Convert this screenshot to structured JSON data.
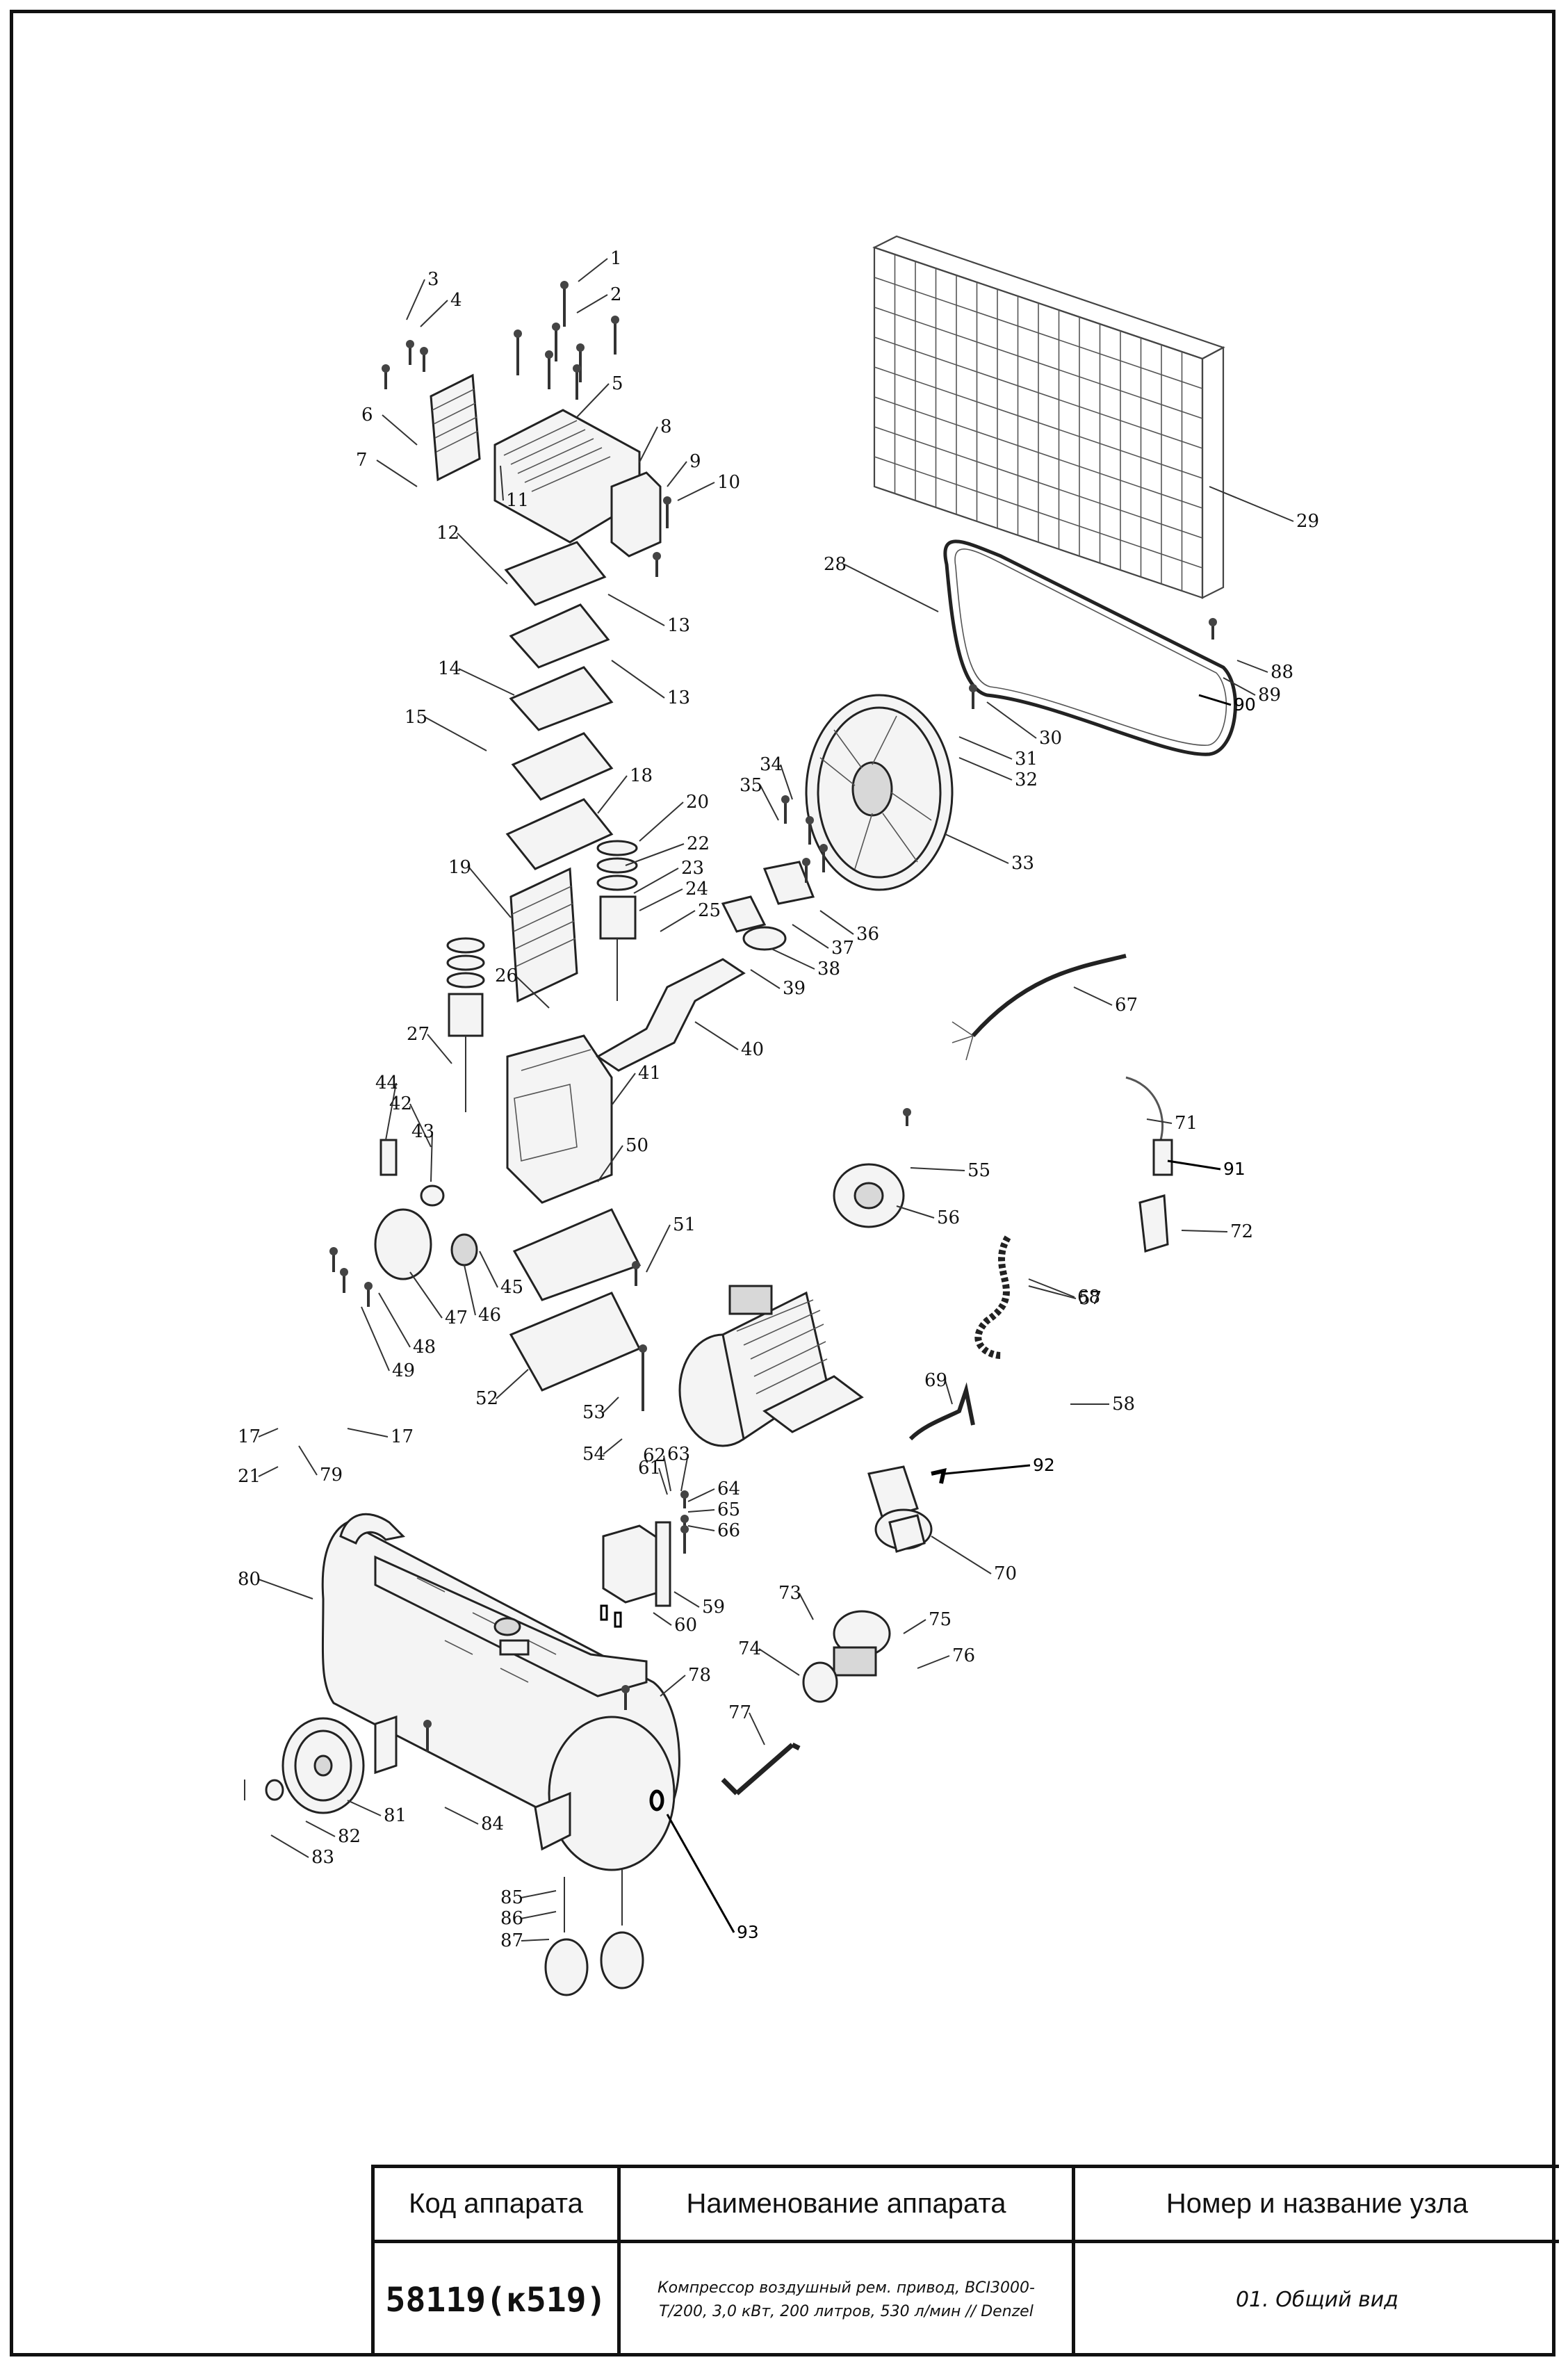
{
  "title_block": {
    "headers": {
      "code": "Код аппарата",
      "name": "Наименование аппарата",
      "node": "Номер и название узла"
    },
    "values": {
      "code": "58119(к519)",
      "name": "Компрессор воздушный рем. привод, BCI3000-T/200, 3,0 кВт, 200 литров, 530 л/мин // Denzel",
      "node": "01. Общий вид"
    }
  },
  "callouts": [
    {
      "n": "1"
    },
    {
      "n": "2"
    },
    {
      "n": "3"
    },
    {
      "n": "4"
    },
    {
      "n": "5"
    },
    {
      "n": "6"
    },
    {
      "n": "7"
    },
    {
      "n": "8"
    },
    {
      "n": "9"
    },
    {
      "n": "10"
    },
    {
      "n": "11"
    },
    {
      "n": "12"
    },
    {
      "n": "13"
    },
    {
      "n": "13"
    },
    {
      "n": "14"
    },
    {
      "n": "15"
    },
    {
      "n": "17"
    },
    {
      "n": "17"
    },
    {
      "n": "18"
    },
    {
      "n": "19"
    },
    {
      "n": "20"
    },
    {
      "n": "21"
    },
    {
      "n": "22"
    },
    {
      "n": "23"
    },
    {
      "n": "24"
    },
    {
      "n": "25"
    },
    {
      "n": "26"
    },
    {
      "n": "27"
    },
    {
      "n": "28"
    },
    {
      "n": "29"
    },
    {
      "n": "30"
    },
    {
      "n": "31"
    },
    {
      "n": "32"
    },
    {
      "n": "33"
    },
    {
      "n": "34"
    },
    {
      "n": "35"
    },
    {
      "n": "36"
    },
    {
      "n": "37"
    },
    {
      "n": "38"
    },
    {
      "n": "39"
    },
    {
      "n": "40"
    },
    {
      "n": "41"
    },
    {
      "n": "42"
    },
    {
      "n": "43"
    },
    {
      "n": "44"
    },
    {
      "n": "45"
    },
    {
      "n": "46"
    },
    {
      "n": "47"
    },
    {
      "n": "48"
    },
    {
      "n": "49"
    },
    {
      "n": "50"
    },
    {
      "n": "51"
    },
    {
      "n": "52"
    },
    {
      "n": "53"
    },
    {
      "n": "54"
    },
    {
      "n": "55"
    },
    {
      "n": "56"
    },
    {
      "n": "57"
    },
    {
      "n": "58"
    },
    {
      "n": "59"
    },
    {
      "n": "60"
    },
    {
      "n": "61"
    },
    {
      "n": "62"
    },
    {
      "n": "63"
    },
    {
      "n": "64"
    },
    {
      "n": "65"
    },
    {
      "n": "66"
    },
    {
      "n": "67"
    },
    {
      "n": "68"
    },
    {
      "n": "69"
    },
    {
      "n": "70"
    },
    {
      "n": "71"
    },
    {
      "n": "72"
    },
    {
      "n": "73"
    },
    {
      "n": "74"
    },
    {
      "n": "75"
    },
    {
      "n": "76"
    },
    {
      "n": "77"
    },
    {
      "n": "78"
    },
    {
      "n": "79"
    },
    {
      "n": "80"
    },
    {
      "n": "81"
    },
    {
      "n": "82"
    },
    {
      "n": "83"
    },
    {
      "n": "84"
    },
    {
      "n": "85"
    },
    {
      "n": "86"
    },
    {
      "n": "87"
    },
    {
      "n": "88"
    },
    {
      "n": "89"
    },
    {
      "n": "90"
    },
    {
      "n": "91"
    },
    {
      "n": "92"
    },
    {
      "n": "93"
    }
  ]
}
